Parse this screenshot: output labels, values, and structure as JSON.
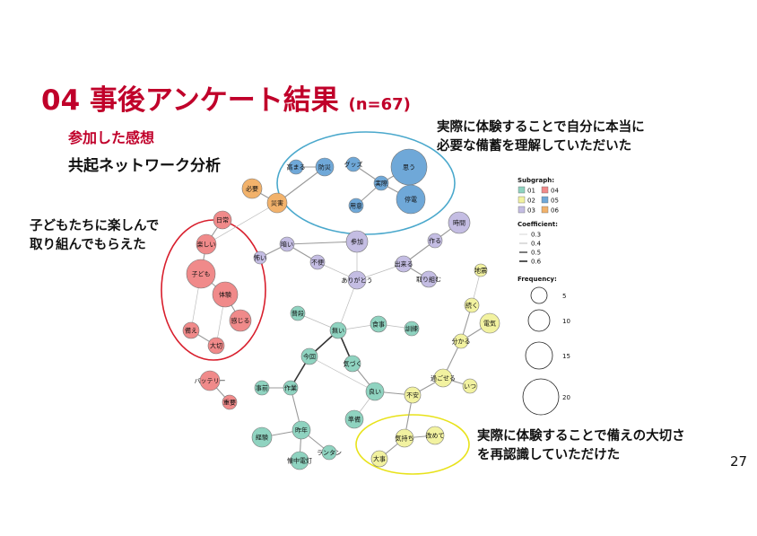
{
  "title": "04 事後アンケート結果",
  "title_n": "(n=67)",
  "subtitle": "参加した感想",
  "analysis_label": "共起ネットワーク分析",
  "notes": {
    "blue": [
      "実際に体験することで自分に本当に",
      "必要な備蓄を理解していただいた"
    ],
    "red": [
      "子どもたちに楽しんで",
      "取り組んでもらえた"
    ],
    "yellow": [
      "実際に体験することで備えの大切さ",
      "を再認識していただけた"
    ]
  },
  "page_number": "27",
  "legend": {
    "subgraph_title": "Subgraph:",
    "subgraphs": [
      {
        "label": "01",
        "color": "#8fd3c0"
      },
      {
        "label": "04",
        "color": "#f08a8a"
      },
      {
        "label": "02",
        "color": "#f2f2a0"
      },
      {
        "label": "05",
        "color": "#6fa8d8"
      },
      {
        "label": "03",
        "color": "#c4bde3"
      },
      {
        "label": "06",
        "color": "#f2b26b"
      }
    ],
    "coefficient_title": "Coefficient:",
    "coefficients": [
      "0.3",
      "0.4",
      "0.5",
      "0.6"
    ],
    "frequency_title": "Frequency:",
    "frequencies": [
      "5",
      "10",
      "15",
      "20"
    ]
  },
  "groups": {
    "g1": "#8fd3c0",
    "g2": "#f2f2a0",
    "g3": "#c4bde3",
    "g4": "#f08a8a",
    "g5": "#6fa8d8",
    "g6": "#f2b26b"
  },
  "nodes": [
    {
      "id": "n1",
      "label": "思う",
      "group": "g5"
    },
    {
      "id": "n2",
      "label": "停電",
      "group": "g5"
    },
    {
      "id": "n3",
      "label": "実際",
      "group": "g5"
    },
    {
      "id": "n4",
      "label": "グッズ",
      "group": "g5"
    },
    {
      "id": "n5",
      "label": "防災",
      "group": "g5"
    },
    {
      "id": "n6",
      "label": "高まる",
      "group": "g5"
    },
    {
      "id": "n7",
      "label": "用意",
      "group": "g5"
    },
    {
      "id": "n8",
      "label": "必要",
      "group": "g6"
    },
    {
      "id": "n9",
      "label": "災害",
      "group": "g6"
    },
    {
      "id": "n10",
      "label": "時間",
      "group": "g3"
    },
    {
      "id": "n11",
      "label": "作る",
      "group": "g3"
    },
    {
      "id": "n12",
      "label": "参加",
      "group": "g3"
    },
    {
      "id": "n13",
      "label": "暗い",
      "group": "g3"
    },
    {
      "id": "n14",
      "label": "怖い",
      "group": "g3"
    },
    {
      "id": "n15",
      "label": "不便",
      "group": "g3"
    },
    {
      "id": "n16",
      "label": "出来る",
      "group": "g3"
    },
    {
      "id": "n17",
      "label": "ありがとう",
      "group": "g3"
    },
    {
      "id": "n18",
      "label": "取り組む",
      "group": "g3"
    },
    {
      "id": "n19",
      "label": "日常",
      "group": "g4"
    },
    {
      "id": "n20",
      "label": "楽しい",
      "group": "g4"
    },
    {
      "id": "n21",
      "label": "子ども",
      "group": "g4"
    },
    {
      "id": "n22",
      "label": "体験",
      "group": "g4"
    },
    {
      "id": "n23",
      "label": "感じる",
      "group": "g4"
    },
    {
      "id": "n24",
      "label": "備え",
      "group": "g4"
    },
    {
      "id": "n25",
      "label": "大切",
      "group": "g4"
    },
    {
      "id": "n26",
      "label": "バッテリー",
      "group": "g4"
    },
    {
      "id": "n27",
      "label": "重要",
      "group": "g4"
    },
    {
      "id": "n28",
      "label": "地震",
      "group": "g2"
    },
    {
      "id": "n29",
      "label": "続く",
      "group": "g2"
    },
    {
      "id": "n30",
      "label": "電気",
      "group": "g2"
    },
    {
      "id": "n31",
      "label": "分かる",
      "group": "g2"
    },
    {
      "id": "n32",
      "label": "過ごせる",
      "group": "g2"
    },
    {
      "id": "n33",
      "label": "いつ",
      "group": "g2"
    },
    {
      "id": "n34",
      "label": "不安",
      "group": "g2"
    },
    {
      "id": "n35",
      "label": "気持ち",
      "group": "g2"
    },
    {
      "id": "n36",
      "label": "改めて",
      "group": "g2"
    },
    {
      "id": "n37",
      "label": "大事",
      "group": "g2"
    },
    {
      "id": "n38",
      "label": "普段",
      "group": "g1"
    },
    {
      "id": "n39",
      "label": "無い",
      "group": "g1"
    },
    {
      "id": "n40",
      "label": "食事",
      "group": "g1"
    },
    {
      "id": "n41",
      "label": "訓練",
      "group": "g1"
    },
    {
      "id": "n42",
      "label": "今回",
      "group": "g1"
    },
    {
      "id": "n43",
      "label": "気づく",
      "group": "g1"
    },
    {
      "id": "n44",
      "label": "事前",
      "group": "g1"
    },
    {
      "id": "n45",
      "label": "作業",
      "group": "g1"
    },
    {
      "id": "n46",
      "label": "良い",
      "group": "g1"
    },
    {
      "id": "n47",
      "label": "準備",
      "group": "g1"
    },
    {
      "id": "n48",
      "label": "経験",
      "group": "g1"
    },
    {
      "id": "n49",
      "label": "昨年",
      "group": "g1"
    },
    {
      "id": "n50",
      "label": "ランタン",
      "group": "g1"
    },
    {
      "id": "n51",
      "label": "懐中電灯",
      "group": "g1"
    }
  ]
}
